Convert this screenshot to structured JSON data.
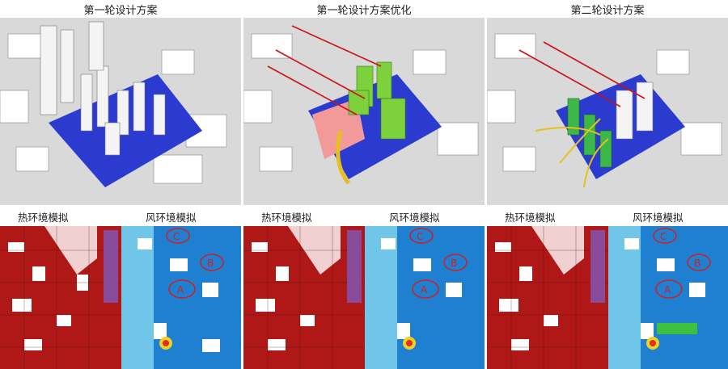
{
  "panels": [
    {
      "title": "第一轮设计方案",
      "heat_label": "热环境模拟",
      "wind_label": "风环境模拟",
      "variant": "base"
    },
    {
      "title": "第一轮设计方案优化",
      "heat_label": "热环境模拟",
      "wind_label": "风环境模拟",
      "variant": "green"
    },
    {
      "title": "第二轮设计方案",
      "heat_label": "热环境模拟",
      "wind_label": "风环境模拟",
      "variant": "final"
    }
  ],
  "wind_zone_labels": [
    "A",
    "B",
    "C"
  ],
  "colors": {
    "site_blue": "#2b3bd0",
    "massing_green": "#7cd13c",
    "massing_red": "#f29a9a",
    "wind_arrow": "#e6c020",
    "sight_line": "#cc1111",
    "heat_red": "#b01818",
    "wind_blue": "#1f7fd0"
  }
}
